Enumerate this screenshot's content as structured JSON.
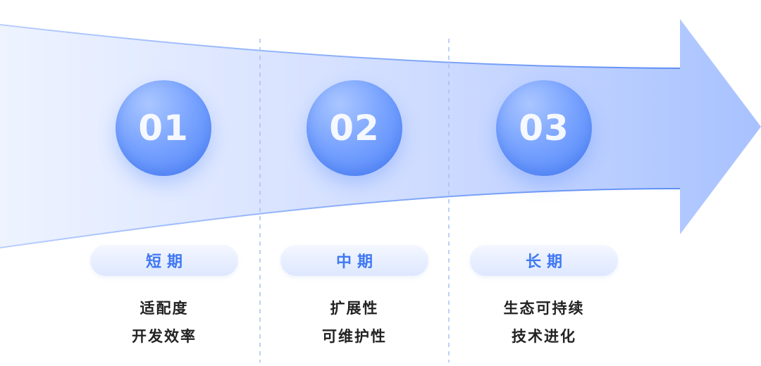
{
  "colors": {
    "accent": "#3f78f2",
    "arrow_light": "#eef3ff",
    "arrow_dark": "#a8c2ff",
    "text": "#222222"
  },
  "phases": [
    {
      "number": "01",
      "term": "短期",
      "lines": [
        "适配度",
        "开发效率"
      ]
    },
    {
      "number": "02",
      "term": "中期",
      "lines": [
        "扩展性",
        "可维护性"
      ]
    },
    {
      "number": "03",
      "term": "长期",
      "lines": [
        "生态可持续",
        "技术进化"
      ]
    }
  ]
}
